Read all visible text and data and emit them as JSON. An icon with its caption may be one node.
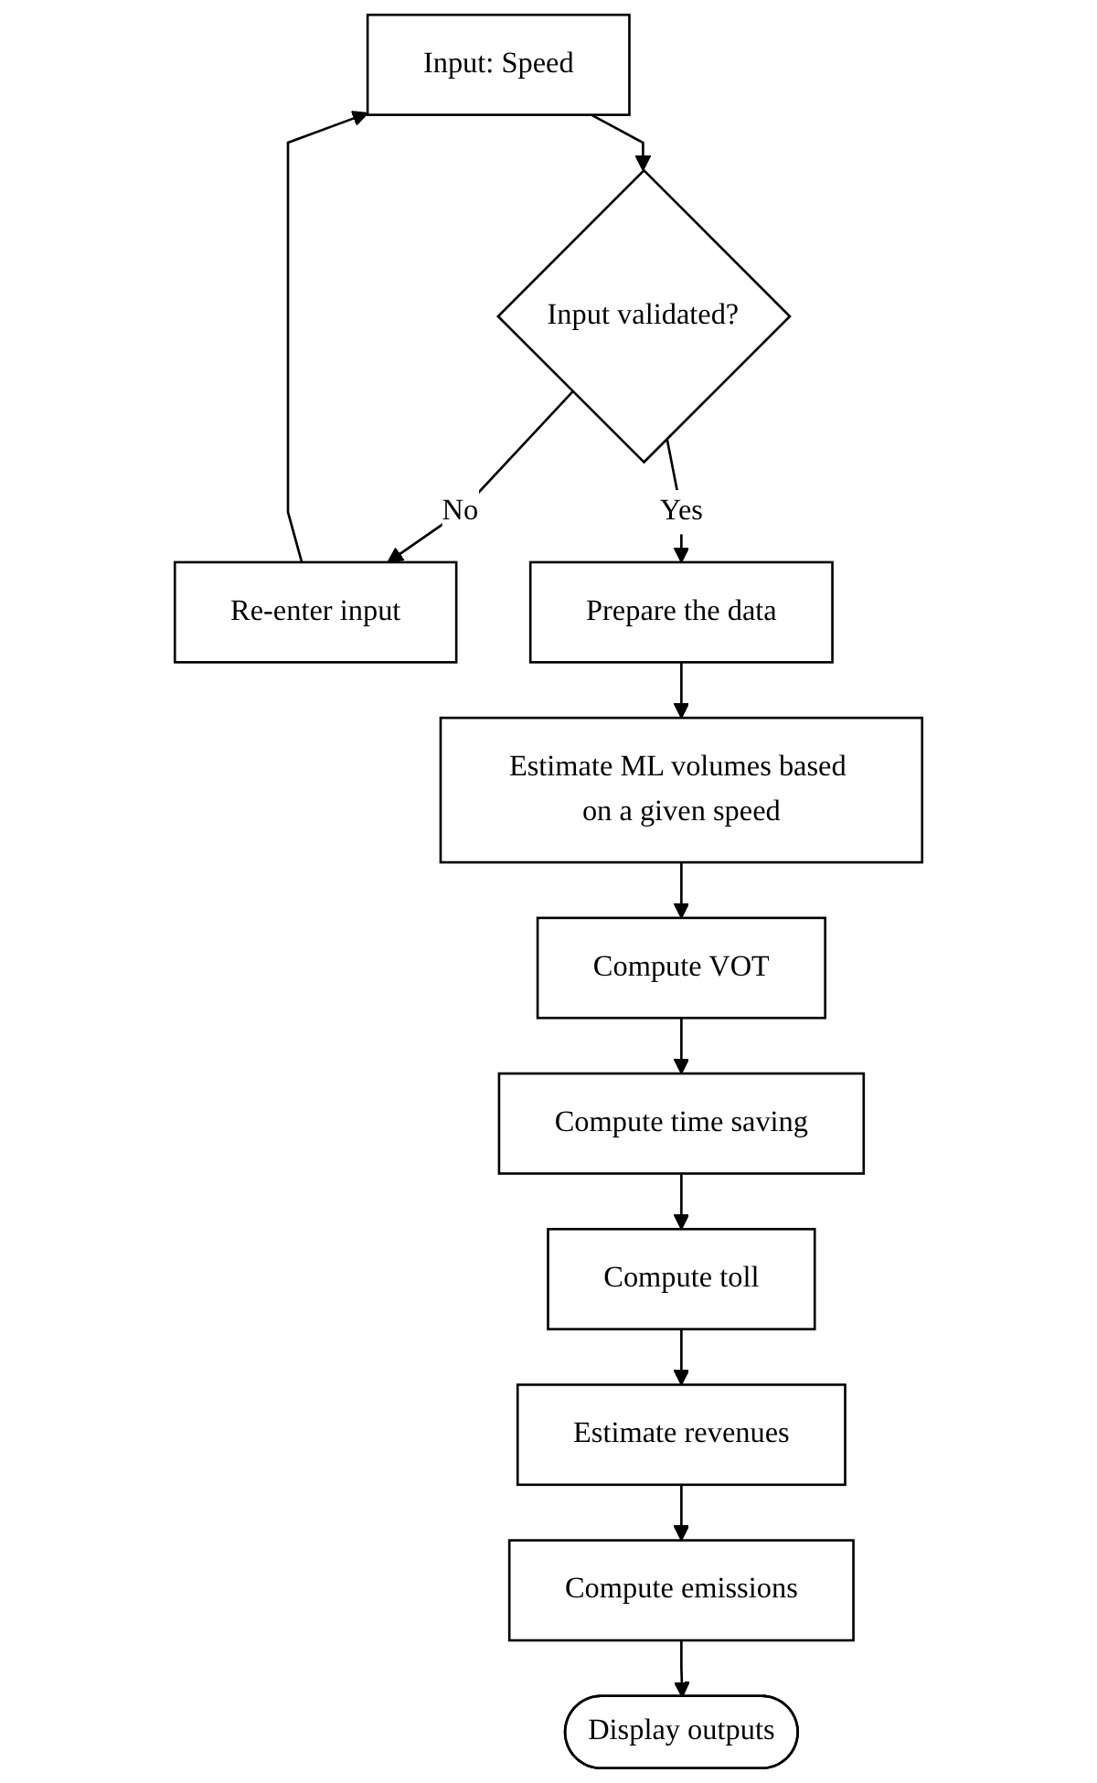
{
  "diagram": {
    "nodes": [
      {
        "text": [
          "Input: Speed"
        ]
      },
      {
        "text": [
          "Input validated?"
        ]
      },
      {
        "text": [
          "Re-enter input"
        ]
      },
      {
        "text": [
          "Prepare the data"
        ]
      },
      {
        "text": [
          "Estimate ML volumes based on a given speed"
        ]
      },
      {
        "text": [
          "Compute VOT"
        ]
      },
      {
        "text": [
          "Compute time saving"
        ]
      },
      {
        "text": [
          "Compute toll"
        ]
      },
      {
        "text": [
          "Estimate revenues"
        ]
      },
      {
        "text": [
          "Compute emissions"
        ]
      },
      {
        "text": [
          "Display outputs"
        ]
      }
    ],
    "edges": [
      {
        "from": 0,
        "to": 1,
        "arrow": "to"
      },
      {
        "from": 1,
        "to": 2,
        "arrow": "to",
        "label": "No"
      },
      {
        "from": 2,
        "to": 0,
        "arrow": "to"
      },
      {
        "from": 1,
        "to": 3,
        "arrow": "to",
        "label": "Yes"
      },
      {
        "from": 3,
        "to": 4,
        "arrow": "to"
      },
      {
        "from": 4,
        "to": 5,
        "arrow": "to"
      },
      {
        "from": 5,
        "to": 6,
        "arrow": "to"
      },
      {
        "from": 6,
        "to": 7,
        "arrow": "to"
      },
      {
        "from": 7,
        "to": 8,
        "arrow": "to"
      },
      {
        "from": 8,
        "to": 9,
        "arrow": "to"
      },
      {
        "from": 9,
        "to": 10,
        "arrow": "to"
      }
    ]
  }
}
